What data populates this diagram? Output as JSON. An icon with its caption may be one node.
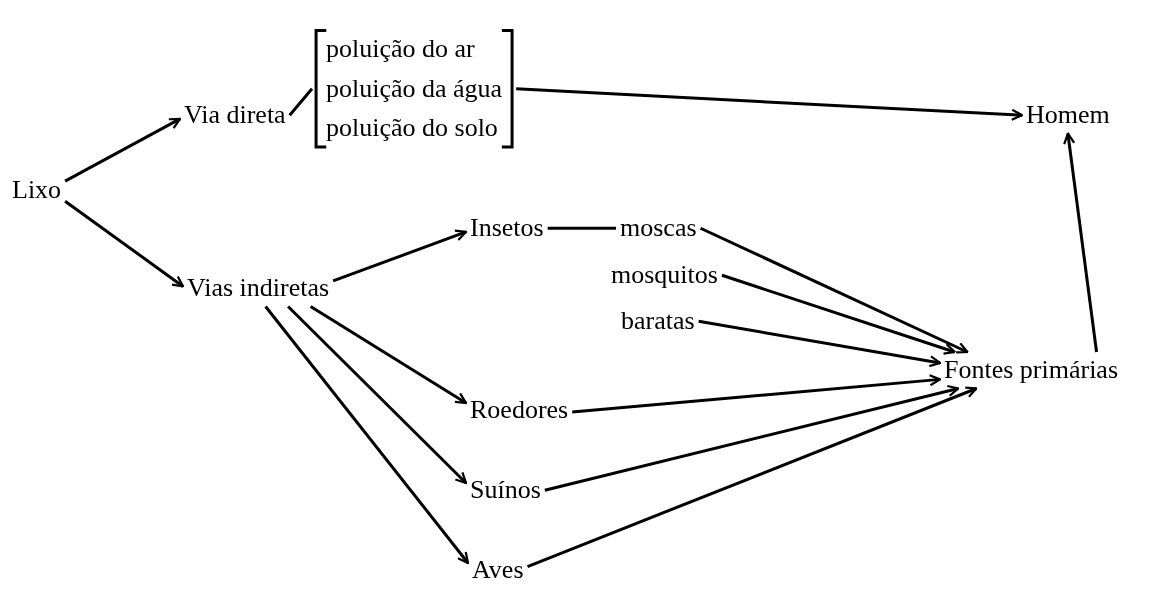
{
  "diagram": {
    "nodes": [
      {
        "text": [
          "Lixo"
        ]
      },
      {
        "text": [
          "Via direta"
        ]
      },
      {
        "text": [
          "poluição do ar",
          "poluição da água",
          "poluição do solo"
        ]
      },
      {
        "text": [
          "Homem"
        ]
      },
      {
        "text": [
          "Vias indiretas"
        ]
      },
      {
        "text": [
          "Insetos"
        ]
      },
      {
        "text": [
          "moscas"
        ]
      },
      {
        "text": [
          "mosquitos"
        ]
      },
      {
        "text": [
          "baratas"
        ]
      },
      {
        "text": [
          "Roedores"
        ]
      },
      {
        "text": [
          "Suínos"
        ]
      },
      {
        "text": [
          "Aves"
        ]
      },
      {
        "text": [
          "Fontes primárias"
        ]
      }
    ],
    "edges": [
      {
        "from": 0,
        "to": 1,
        "arrow": "to"
      },
      {
        "from": 0,
        "to": 4,
        "arrow": "to"
      },
      {
        "from": 1,
        "to": 2,
        "arrow": "none"
      },
      {
        "from": 2,
        "to": 3,
        "arrow": "to"
      },
      {
        "from": 4,
        "to": 5,
        "arrow": "to"
      },
      {
        "from": 5,
        "to": 6,
        "arrow": "none"
      },
      {
        "from": 4,
        "to": 9,
        "arrow": "to"
      },
      {
        "from": 4,
        "to": 10,
        "arrow": "to"
      },
      {
        "from": 4,
        "to": 11,
        "arrow": "to"
      },
      {
        "from": 6,
        "to": 12,
        "arrow": "to"
      },
      {
        "from": 7,
        "to": 12,
        "arrow": "to"
      },
      {
        "from": 8,
        "to": 12,
        "arrow": "to"
      },
      {
        "from": 9,
        "to": 12,
        "arrow": "to"
      },
      {
        "from": 10,
        "to": 12,
        "arrow": "to"
      },
      {
        "from": 11,
        "to": 12,
        "arrow": "to"
      },
      {
        "from": 12,
        "to": 3,
        "arrow": "to"
      }
    ]
  }
}
